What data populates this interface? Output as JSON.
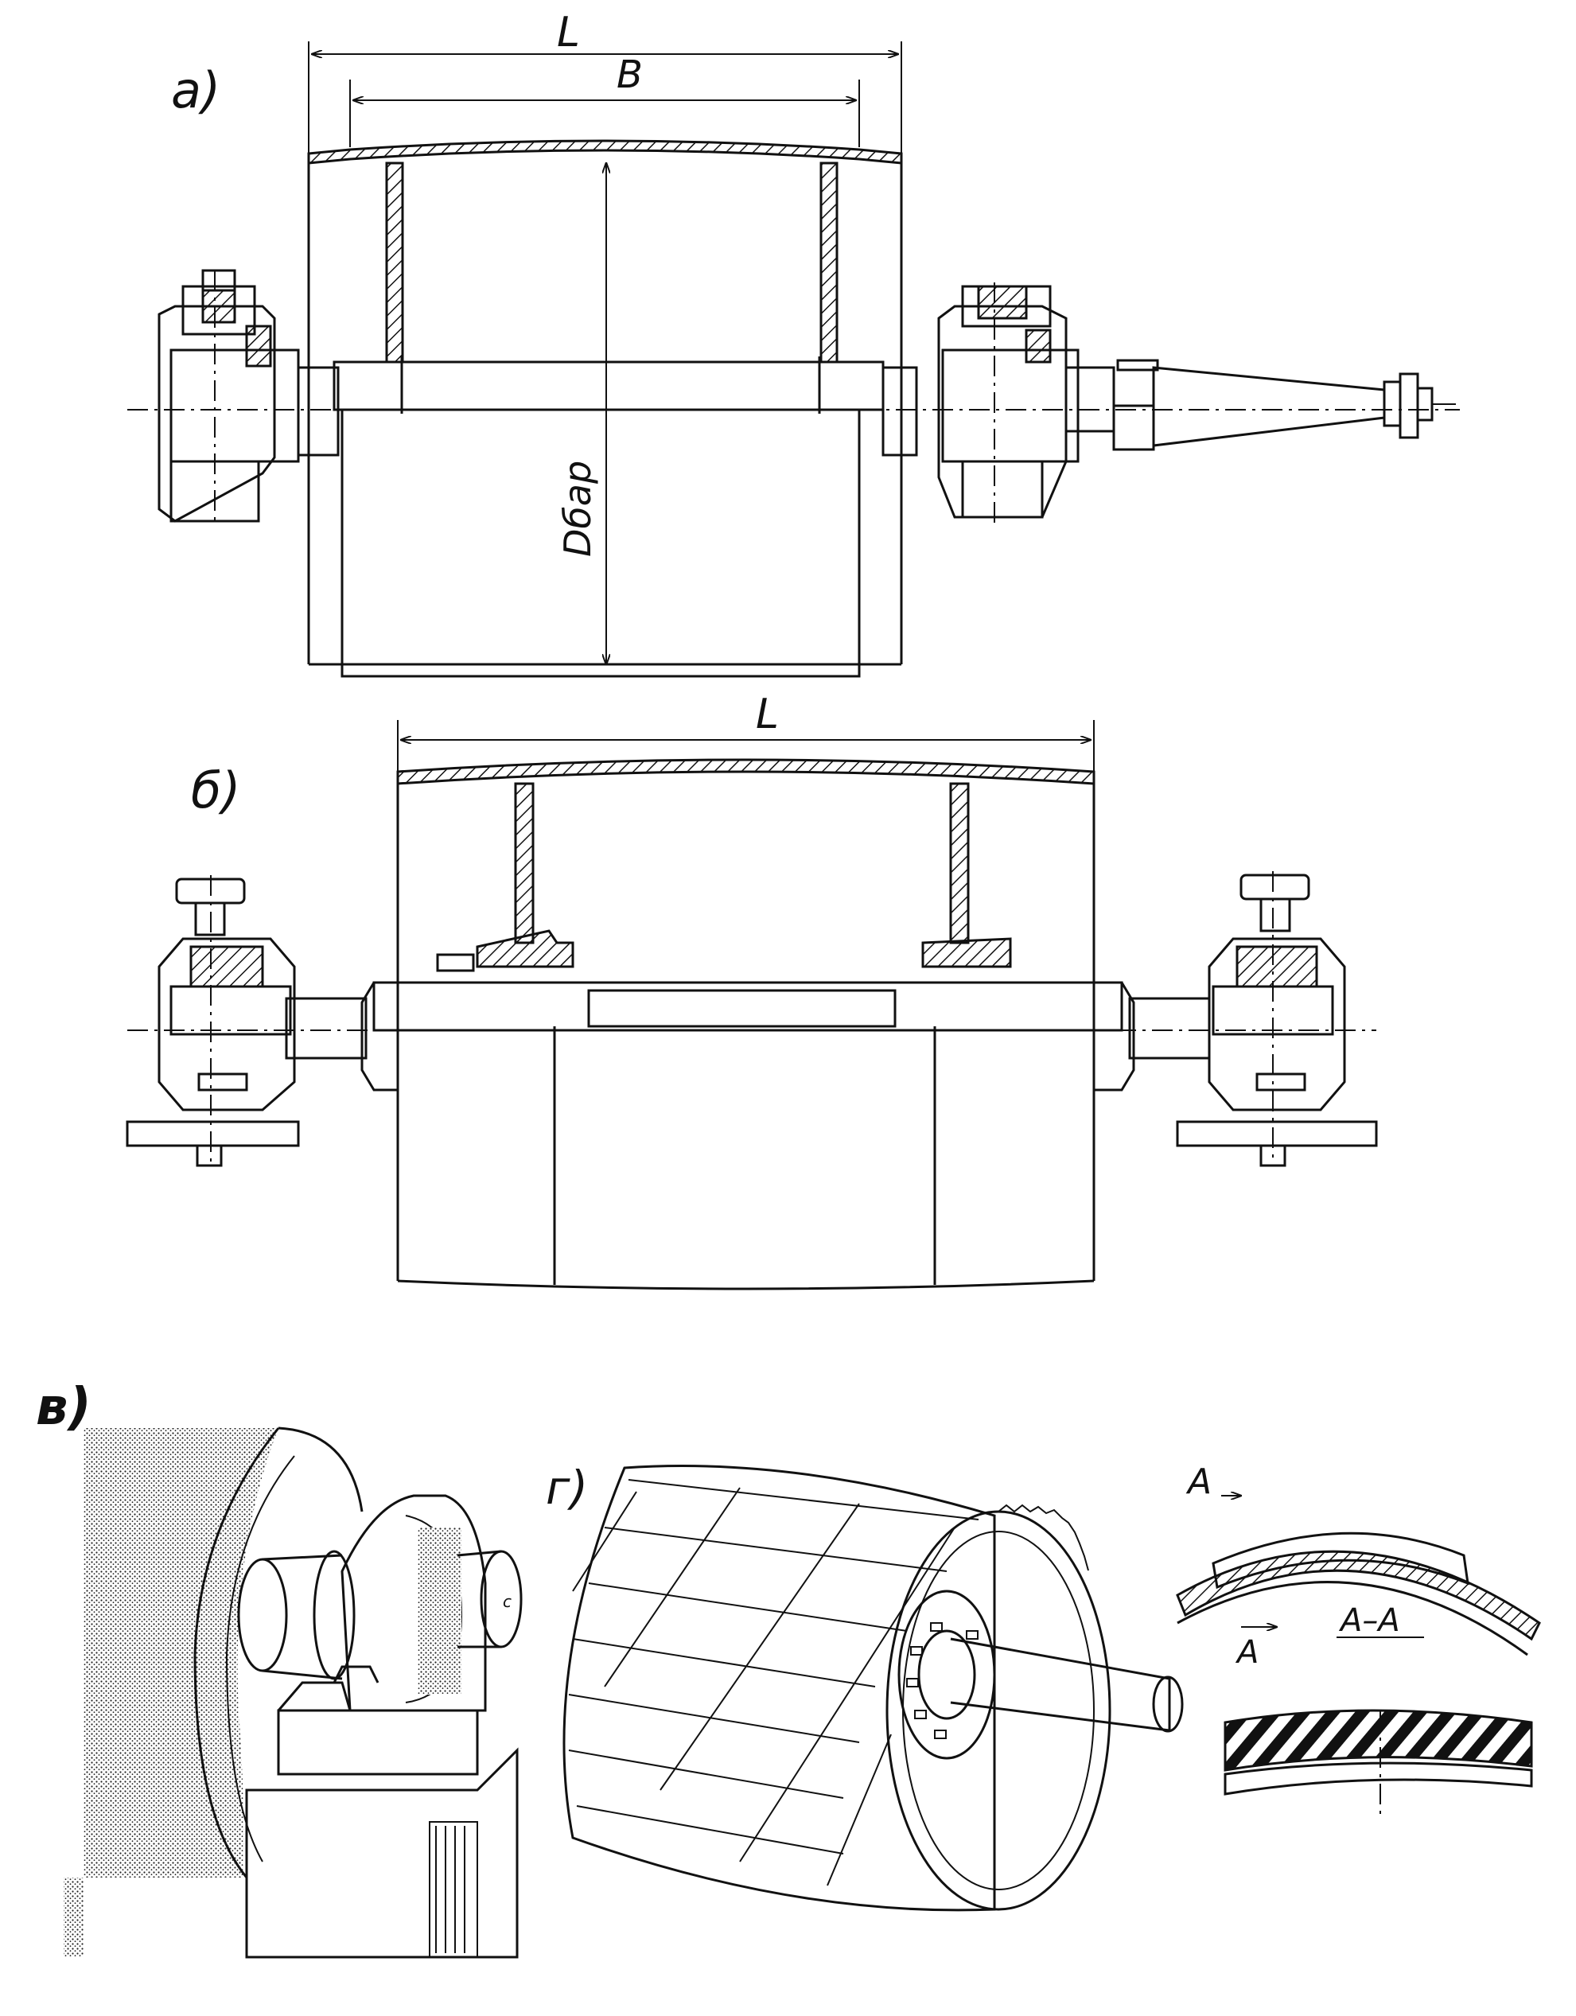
{
  "figure": {
    "panels": [
      {
        "id": "a",
        "label": "а)"
      },
      {
        "id": "b",
        "label": "б)"
      },
      {
        "id": "v",
        "label": "в)"
      },
      {
        "id": "g",
        "label": "г)"
      }
    ],
    "dimensions": {
      "length_a": "L",
      "width_b": "B",
      "diameter": "Dбар",
      "length_b": "L"
    },
    "section": {
      "cut_mark_top": "A",
      "cut_mark_bottom": "A",
      "section_title": "A–A"
    }
  }
}
